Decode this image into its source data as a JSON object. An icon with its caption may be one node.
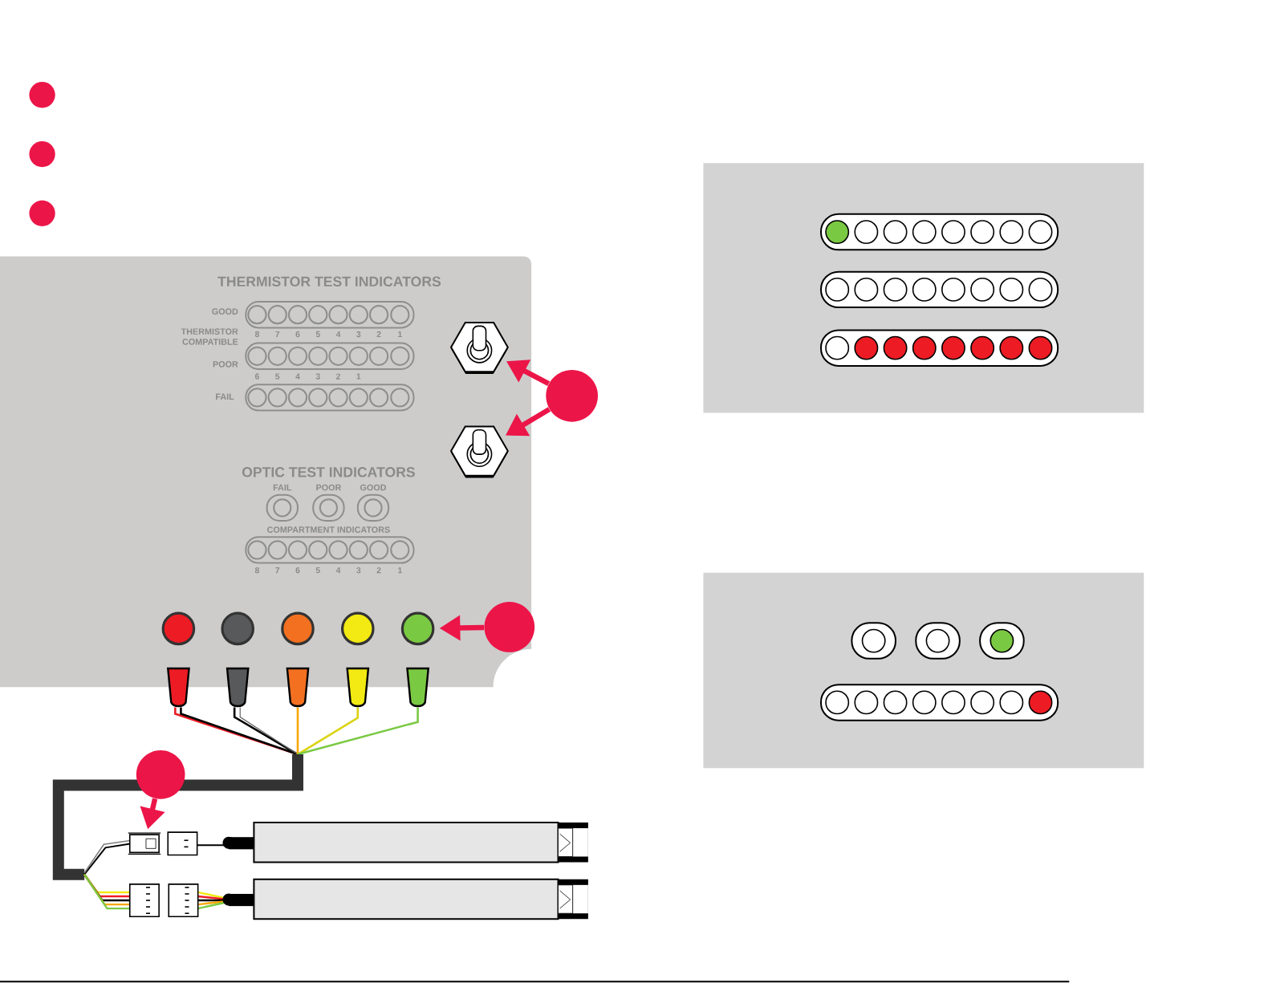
{
  "diagram": {
    "nodes": [
      {
        "text": [],
        "shape": "circle"
      },
      {
        "text": [],
        "shape": "circle"
      },
      {
        "text": [],
        "shape": "circle"
      },
      {
        "text": [],
        "shape": "circle"
      },
      {
        "text": [],
        "shape": "switch"
      },
      {
        "text": [],
        "shape": "switch"
      },
      {
        "text": [],
        "shape": "circle"
      },
      {
        "text": [],
        "shape": "circle"
      },
      {
        "text": [],
        "shape": "circle"
      },
      {
        "text": [],
        "shape": "circle"
      },
      {
        "text": [],
        "shape": "circle"
      },
      {
        "text": [],
        "shape": "circle"
      },
      {
        "text": [],
        "shape": "circle"
      },
      {
        "text": [],
        "shape": "box"
      }
    ],
    "edges": [
      {
        "from": 3,
        "to": 4,
        "arrow": "to"
      },
      {
        "from": 3,
        "to": 5,
        "arrow": "to"
      },
      {
        "from": 11,
        "to": 10,
        "arrow": "to"
      },
      {
        "from": 12,
        "to": 13,
        "arrow": "to"
      }
    ],
    "labels": [
      "THERMISTOR TEST INDICATORS",
      "GOOD",
      "THERMISTOR COMPATIBLE",
      "8",
      "7",
      "6",
      "5",
      "4",
      "3",
      "2",
      "1",
      "POOR",
      "6",
      "5",
      "4",
      "3",
      "2",
      "1",
      "FAIL",
      "OPTIC TEST INDICATORS",
      "FAIL",
      "POOR",
      "GOOD",
      "COMPARTMENT INDICATORS",
      "8",
      "7",
      "6",
      "5",
      "4",
      "3",
      "2",
      "1"
    ]
  }
}
